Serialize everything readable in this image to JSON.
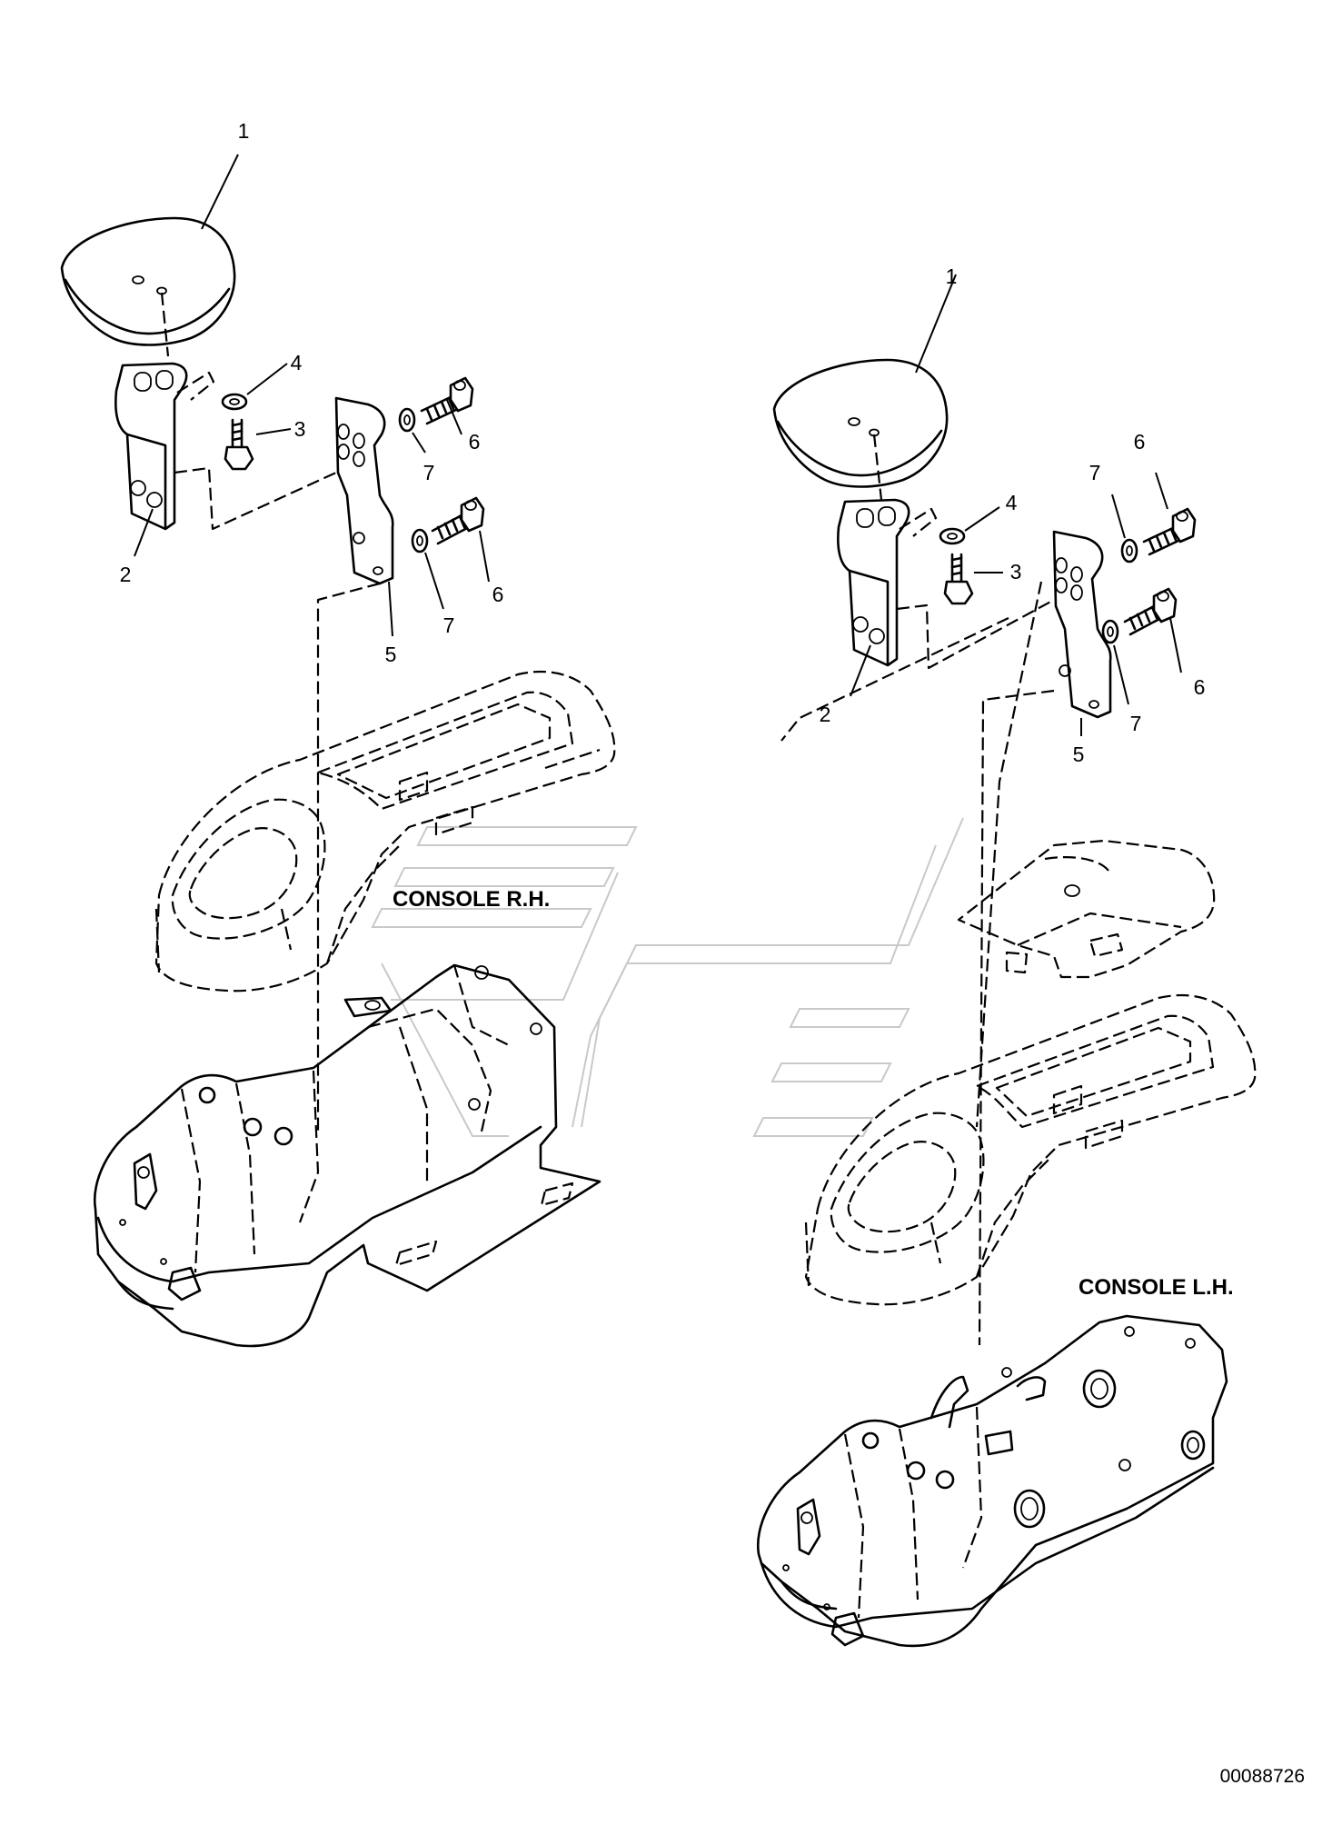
{
  "left_group": {
    "title": "CONSOLE R.H.",
    "callouts": {
      "armrest": "1",
      "bracket": "2",
      "bolt_small": "3",
      "washer_small": "4",
      "plate": "5",
      "bolt_top": "6",
      "bolt_bottom": "6",
      "washer_top": "7",
      "washer_bottom": "7"
    }
  },
  "right_group": {
    "title": "CONSOLE L.H.",
    "callouts": {
      "armrest": "1",
      "bracket": "2",
      "bolt_small": "3",
      "washer_small": "4",
      "plate": "5",
      "bolt_top": "6",
      "bolt_bottom": "6",
      "washer_top": "7",
      "washer_bottom": "7"
    }
  },
  "document_number": "00088726"
}
